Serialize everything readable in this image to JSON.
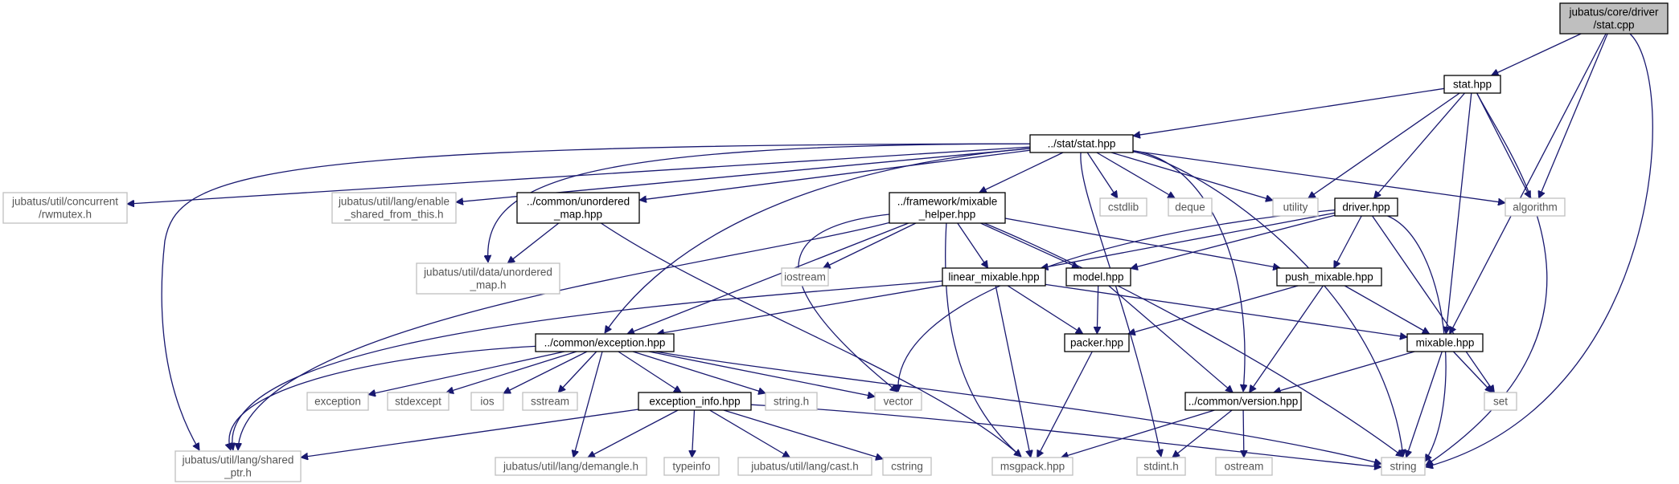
{
  "nodes": [
    {
      "id": "root",
      "lines": [
        "jubatus/core/driver",
        "/stat.cpp"
      ],
      "kind": "root"
    },
    {
      "id": "stat_hpp",
      "lines": [
        "stat.hpp"
      ],
      "kind": "file"
    },
    {
      "id": "stat_stat_hpp",
      "lines": [
        "../stat/stat.hpp"
      ],
      "kind": "file"
    },
    {
      "id": "rwmutex",
      "lines": [
        "jubatus/util/concurrent",
        "/rwmutex.h"
      ],
      "kind": "ext"
    },
    {
      "id": "enable_shared",
      "lines": [
        "jubatus/util/lang/enable",
        "_shared_from_this.h"
      ],
      "kind": "ext"
    },
    {
      "id": "common_unordered_map",
      "lines": [
        "../common/unordered",
        "_map.hpp"
      ],
      "kind": "file"
    },
    {
      "id": "mixable_helper",
      "lines": [
        "../framework/mixable",
        "_helper.hpp"
      ],
      "kind": "file"
    },
    {
      "id": "cstdlib",
      "lines": [
        "cstdlib"
      ],
      "kind": "ext"
    },
    {
      "id": "deque",
      "lines": [
        "deque"
      ],
      "kind": "ext"
    },
    {
      "id": "utility",
      "lines": [
        "utility"
      ],
      "kind": "ext"
    },
    {
      "id": "driver_hpp",
      "lines": [
        "driver.hpp"
      ],
      "kind": "file"
    },
    {
      "id": "algorithm",
      "lines": [
        "algorithm"
      ],
      "kind": "ext"
    },
    {
      "id": "util_unordered_map",
      "lines": [
        "jubatus/util/data/unordered",
        "_map.h"
      ],
      "kind": "ext"
    },
    {
      "id": "iostream",
      "lines": [
        "iostream"
      ],
      "kind": "ext"
    },
    {
      "id": "linear_mixable",
      "lines": [
        "linear_mixable.hpp"
      ],
      "kind": "file"
    },
    {
      "id": "model_hpp",
      "lines": [
        "model.hpp"
      ],
      "kind": "file"
    },
    {
      "id": "push_mixable",
      "lines": [
        "push_mixable.hpp"
      ],
      "kind": "file"
    },
    {
      "id": "common_exception",
      "lines": [
        "../common/exception.hpp"
      ],
      "kind": "file"
    },
    {
      "id": "packer_hpp",
      "lines": [
        "packer.hpp"
      ],
      "kind": "file"
    },
    {
      "id": "mixable_hpp",
      "lines": [
        "mixable.hpp"
      ],
      "kind": "file"
    },
    {
      "id": "exception",
      "lines": [
        "exception"
      ],
      "kind": "ext"
    },
    {
      "id": "stdexcept",
      "lines": [
        "stdexcept"
      ],
      "kind": "ext"
    },
    {
      "id": "ios",
      "lines": [
        "ios"
      ],
      "kind": "ext"
    },
    {
      "id": "sstream",
      "lines": [
        "sstream"
      ],
      "kind": "ext"
    },
    {
      "id": "exception_info",
      "lines": [
        "exception_info.hpp"
      ],
      "kind": "file"
    },
    {
      "id": "string_h",
      "lines": [
        "string.h"
      ],
      "kind": "ext"
    },
    {
      "id": "vector",
      "lines": [
        "vector"
      ],
      "kind": "ext"
    },
    {
      "id": "common_version",
      "lines": [
        "../common/version.hpp"
      ],
      "kind": "file"
    },
    {
      "id": "set",
      "lines": [
        "set"
      ],
      "kind": "ext"
    },
    {
      "id": "shared_ptr",
      "lines": [
        "jubatus/util/lang/shared",
        "_ptr.h"
      ],
      "kind": "ext"
    },
    {
      "id": "demangle",
      "lines": [
        "jubatus/util/lang/demangle.h"
      ],
      "kind": "ext"
    },
    {
      "id": "typeinfo",
      "lines": [
        "typeinfo"
      ],
      "kind": "ext"
    },
    {
      "id": "cast_h",
      "lines": [
        "jubatus/util/lang/cast.h"
      ],
      "kind": "ext"
    },
    {
      "id": "cstring",
      "lines": [
        "cstring"
      ],
      "kind": "ext"
    },
    {
      "id": "msgpack",
      "lines": [
        "msgpack.hpp"
      ],
      "kind": "ext"
    },
    {
      "id": "stdint",
      "lines": [
        "stdint.h"
      ],
      "kind": "ext"
    },
    {
      "id": "ostream",
      "lines": [
        "ostream"
      ],
      "kind": "ext"
    },
    {
      "id": "string",
      "lines": [
        "string"
      ],
      "kind": "ext"
    }
  ],
  "edges": [
    [
      "root",
      "stat_hpp"
    ],
    [
      "root",
      "algorithm"
    ],
    [
      "root",
      "mixable_hpp"
    ],
    [
      "root",
      "string"
    ],
    [
      "stat_hpp",
      "stat_stat_hpp"
    ],
    [
      "stat_hpp",
      "utility"
    ],
    [
      "stat_hpp",
      "driver_hpp"
    ],
    [
      "stat_hpp",
      "algorithm"
    ],
    [
      "stat_hpp",
      "mixable_hpp"
    ],
    [
      "stat_hpp",
      "string"
    ],
    [
      "stat_stat_hpp",
      "rwmutex"
    ],
    [
      "stat_stat_hpp",
      "shared_ptr"
    ],
    [
      "stat_stat_hpp",
      "enable_shared"
    ],
    [
      "stat_stat_hpp",
      "util_unordered_map"
    ],
    [
      "stat_stat_hpp",
      "common_unordered_map"
    ],
    [
      "stat_stat_hpp",
      "mixable_helper"
    ],
    [
      "stat_stat_hpp",
      "common_exception"
    ],
    [
      "stat_stat_hpp",
      "cstdlib"
    ],
    [
      "stat_stat_hpp",
      "deque"
    ],
    [
      "stat_stat_hpp",
      "utility"
    ],
    [
      "stat_stat_hpp",
      "algorithm"
    ],
    [
      "stat_stat_hpp",
      "stdint"
    ],
    [
      "stat_stat_hpp",
      "common_version"
    ],
    [
      "stat_stat_hpp",
      "string"
    ],
    [
      "common_unordered_map",
      "util_unordered_map"
    ],
    [
      "common_unordered_map",
      "msgpack"
    ],
    [
      "mixable_helper",
      "shared_ptr"
    ],
    [
      "mixable_helper",
      "iostream"
    ],
    [
      "mixable_helper",
      "common_exception"
    ],
    [
      "mixable_helper",
      "vector"
    ],
    [
      "mixable_helper",
      "linear_mixable"
    ],
    [
      "mixable_helper",
      "model_hpp"
    ],
    [
      "mixable_helper",
      "push_mixable"
    ],
    [
      "mixable_helper",
      "msgpack"
    ],
    [
      "mixable_helper",
      "string"
    ],
    [
      "driver_hpp",
      "linear_mixable"
    ],
    [
      "driver_hpp",
      "model_hpp"
    ],
    [
      "driver_hpp",
      "push_mixable"
    ],
    [
      "driver_hpp",
      "vector"
    ],
    [
      "driver_hpp",
      "set"
    ],
    [
      "driver_hpp",
      "string"
    ],
    [
      "linear_mixable",
      "shared_ptr"
    ],
    [
      "linear_mixable",
      "common_exception"
    ],
    [
      "linear_mixable",
      "packer_hpp"
    ],
    [
      "linear_mixable",
      "mixable_hpp"
    ],
    [
      "linear_mixable",
      "msgpack"
    ],
    [
      "model_hpp",
      "packer_hpp"
    ],
    [
      "model_hpp",
      "common_version"
    ],
    [
      "push_mixable",
      "packer_hpp"
    ],
    [
      "push_mixable",
      "mixable_hpp"
    ],
    [
      "push_mixable",
      "common_version"
    ],
    [
      "common_exception",
      "shared_ptr"
    ],
    [
      "common_exception",
      "exception"
    ],
    [
      "common_exception",
      "stdexcept"
    ],
    [
      "common_exception",
      "ios"
    ],
    [
      "common_exception",
      "sstream"
    ],
    [
      "common_exception",
      "exception_info"
    ],
    [
      "common_exception",
      "string_h"
    ],
    [
      "common_exception",
      "vector"
    ],
    [
      "common_exception",
      "demangle"
    ],
    [
      "common_exception",
      "string"
    ],
    [
      "exception_info",
      "shared_ptr"
    ],
    [
      "exception_info",
      "demangle"
    ],
    [
      "exception_info",
      "typeinfo"
    ],
    [
      "exception_info",
      "cast_h"
    ],
    [
      "exception_info",
      "cstring"
    ],
    [
      "exception_info",
      "string"
    ],
    [
      "packer_hpp",
      "msgpack"
    ],
    [
      "mixable_hpp",
      "common_version"
    ],
    [
      "mixable_hpp",
      "set"
    ],
    [
      "mixable_hpp",
      "string"
    ],
    [
      "common_version",
      "msgpack"
    ],
    [
      "common_version",
      "stdint"
    ],
    [
      "common_version",
      "ostream"
    ]
  ]
}
